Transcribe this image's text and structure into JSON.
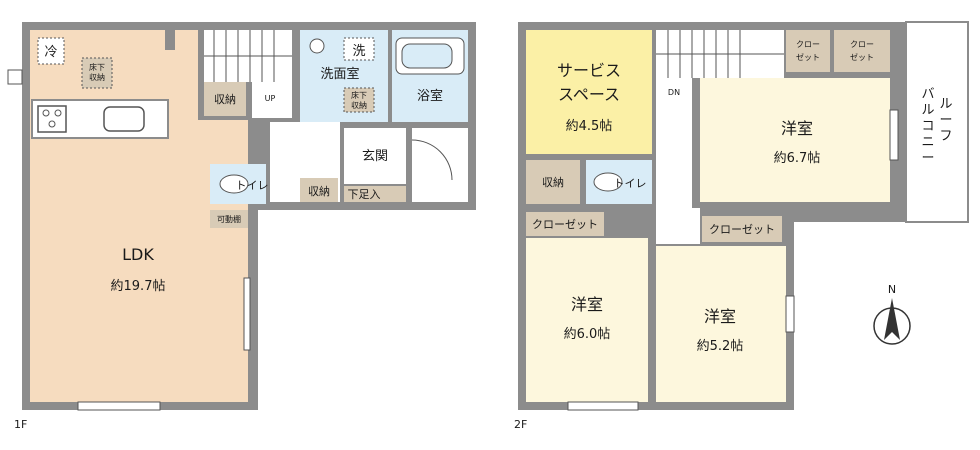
{
  "floors": [
    {
      "label": "1F",
      "rooms": {
        "ldk": {
          "name": "LDK",
          "size": "約19.7帖"
        },
        "washroom": {
          "name": "洗面室"
        },
        "bath": {
          "name": "浴室"
        },
        "entrance": {
          "name": "玄関"
        },
        "toilet": {
          "name": "トイレ"
        },
        "storage_kitchen": {
          "name": "収納"
        },
        "storage_hall": {
          "name": "収納"
        },
        "shoe_box": {
          "name": "下足入"
        },
        "adjustable_shelf": {
          "name": "可動棚"
        },
        "underfloor_kitchen": {
          "name": "床下収納"
        },
        "underfloor_wash": {
          "name": "床下収納"
        },
        "fridge": {
          "name": "冷"
        },
        "washer": {
          "name": "洗"
        },
        "stair_marker": {
          "name": "UP"
        }
      }
    },
    {
      "label": "2F",
      "rooms": {
        "service_space": {
          "name": "サービススペース",
          "size": "約4.5帖"
        },
        "western_ne": {
          "name": "洋室",
          "size": "約6.7帖"
        },
        "western_sw": {
          "name": "洋室",
          "size": "約6.0帖"
        },
        "western_se": {
          "name": "洋室",
          "size": "約5.2帖"
        },
        "roof_balcony": {
          "name": "ルーフバルコニー"
        },
        "toilet": {
          "name": "トイレ"
        },
        "storage": {
          "name": "収納"
        },
        "closet_sw": {
          "name": "クローゼット"
        },
        "closet_se": {
          "name": "クローゼット"
        },
        "closet_ne_1": {
          "name": "クローゼット"
        },
        "closet_ne_2": {
          "name": "クローゼット"
        },
        "stair_marker": {
          "name": "DN"
        }
      }
    }
  ],
  "compass": {
    "label": "N"
  },
  "colors": {
    "ldk": "#f6dcbf",
    "service_space": "#fbf0a6",
    "western": "#fdf7dd",
    "wet": "#d9ecf7",
    "storage": "#d8cbb6",
    "wall": "#8c8c8c"
  }
}
